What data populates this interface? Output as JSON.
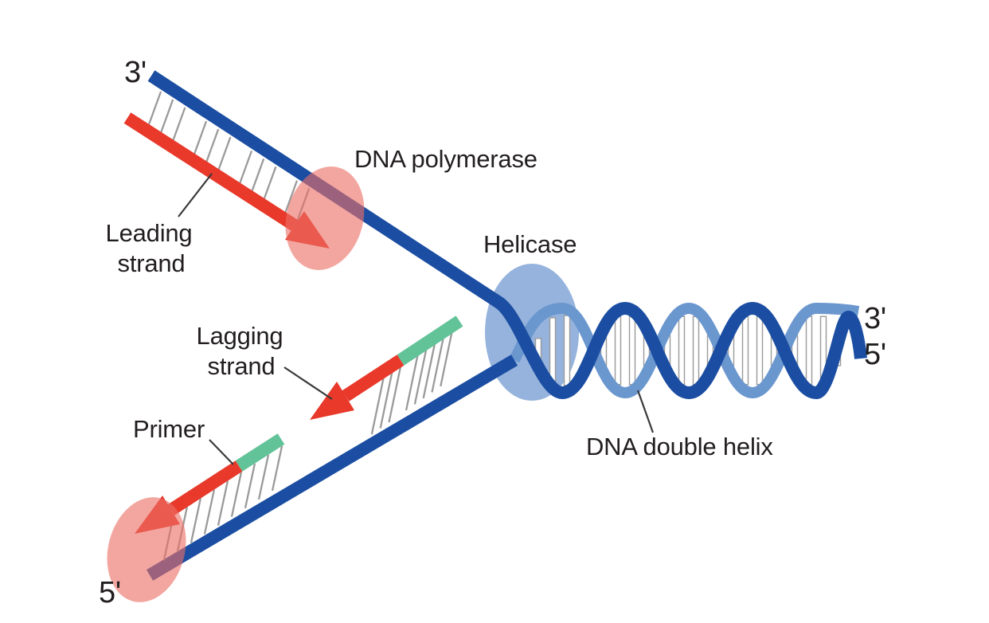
{
  "diagram": {
    "labels": {
      "three_prime_top": "3'",
      "dna_polymerase": "DNA polymerase",
      "helicase": "Helicase",
      "leading_strand_line1": "Leading",
      "leading_strand_line2": "strand",
      "lagging_strand_line1": "Lagging",
      "lagging_strand_line2": "strand",
      "primer": "Primer",
      "five_prime_bottom": "5'",
      "dna_double_helix": "DNA double helix",
      "three_prime_right": "3'",
      "five_prime_right": "5'"
    },
    "colors": {
      "background": "#FFFFFF",
      "template_strand_blue": "#1B4EA2",
      "helix_light_blue": "#6B97CF",
      "helicase_fill": "#8FAFDB",
      "new_strand_red": "#E8392B",
      "primer_green": "#62C298",
      "polymerase_pink": "#EC6F66",
      "base_pair_hatch_gray": "#9A9A9A",
      "base_pair_bar_white": "#FFFFFF",
      "label_text": "#221E1F",
      "pointer_line": "#3A3A3A"
    }
  }
}
